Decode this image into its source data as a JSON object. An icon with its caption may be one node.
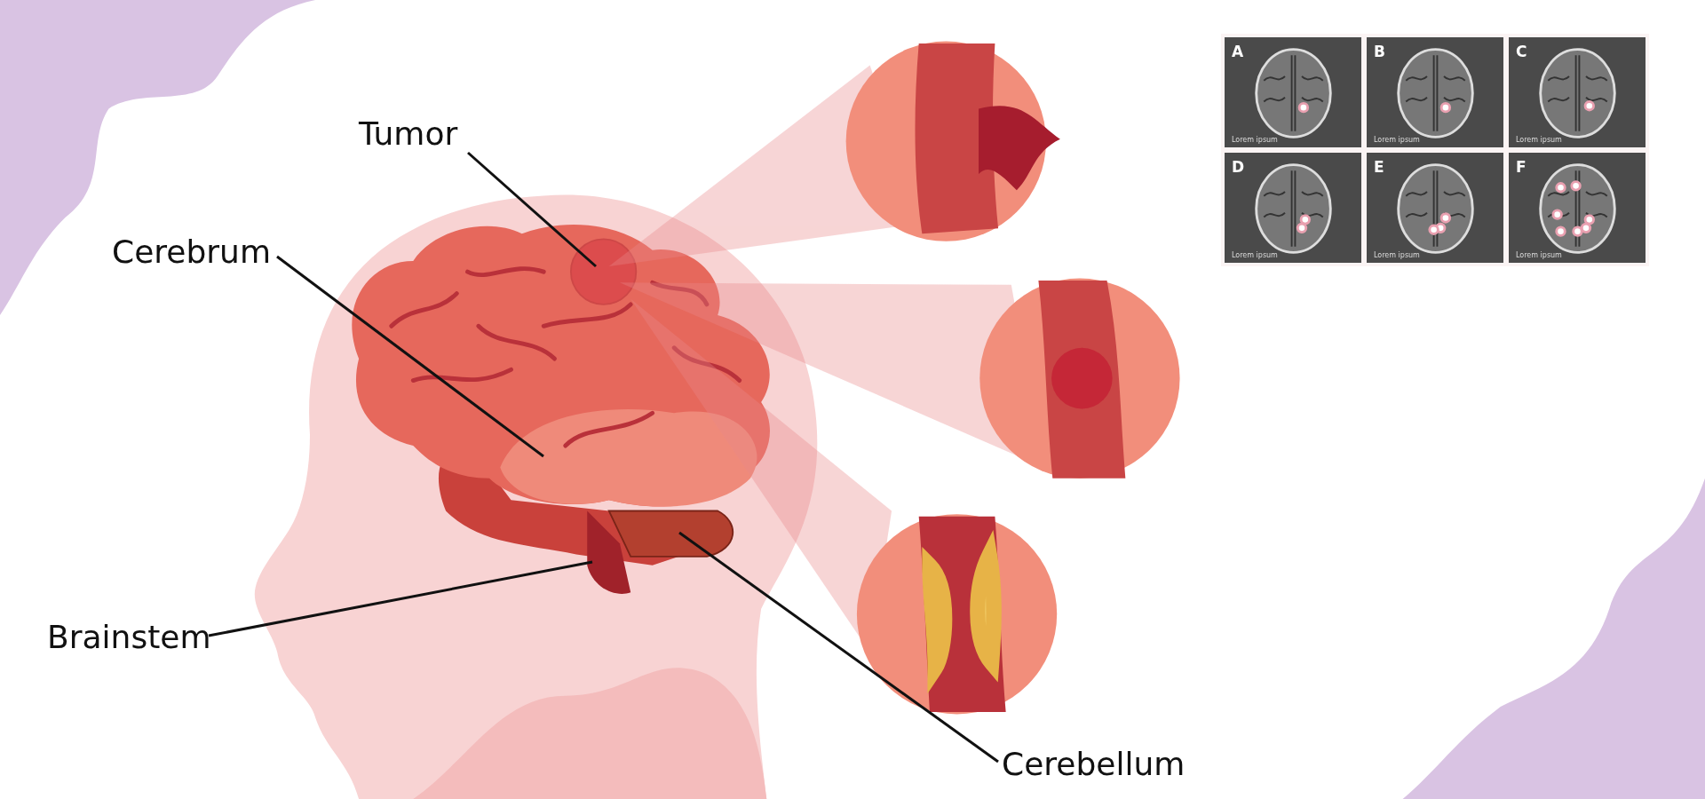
{
  "diagram": {
    "nodes": [
      {
        "text": [
          "Tumor"
        ]
      },
      {
        "text": [
          "Cerebrum"
        ]
      },
      {
        "text": [
          "Brainstem"
        ]
      },
      {
        "text": [
          "Cerebellum"
        ]
      },
      {
        "text": [],
        "shape": "picture"
      },
      {
        "text": [],
        "shape": "circle",
        "in": 4
      },
      {
        "text": [],
        "shape": "picture"
      },
      {
        "text": [],
        "shape": "box"
      }
    ],
    "edges": [
      {
        "from": 0,
        "to": 5,
        "arrow": "none"
      },
      {
        "from": 1,
        "to": 4,
        "arrow": "none"
      },
      {
        "from": 2,
        "to": 6,
        "arrow": "none"
      },
      {
        "from": 3,
        "to": 7,
        "arrow": "none"
      }
    ],
    "labels": [
      "A",
      "Lorem ipsum",
      "B",
      "Lorem ipsum",
      "C",
      "Lorem ipsum",
      "D",
      "Lorem ipsum",
      "E",
      "Lorem ipsum",
      "F",
      "Lorem ipsum"
    ]
  }
}
